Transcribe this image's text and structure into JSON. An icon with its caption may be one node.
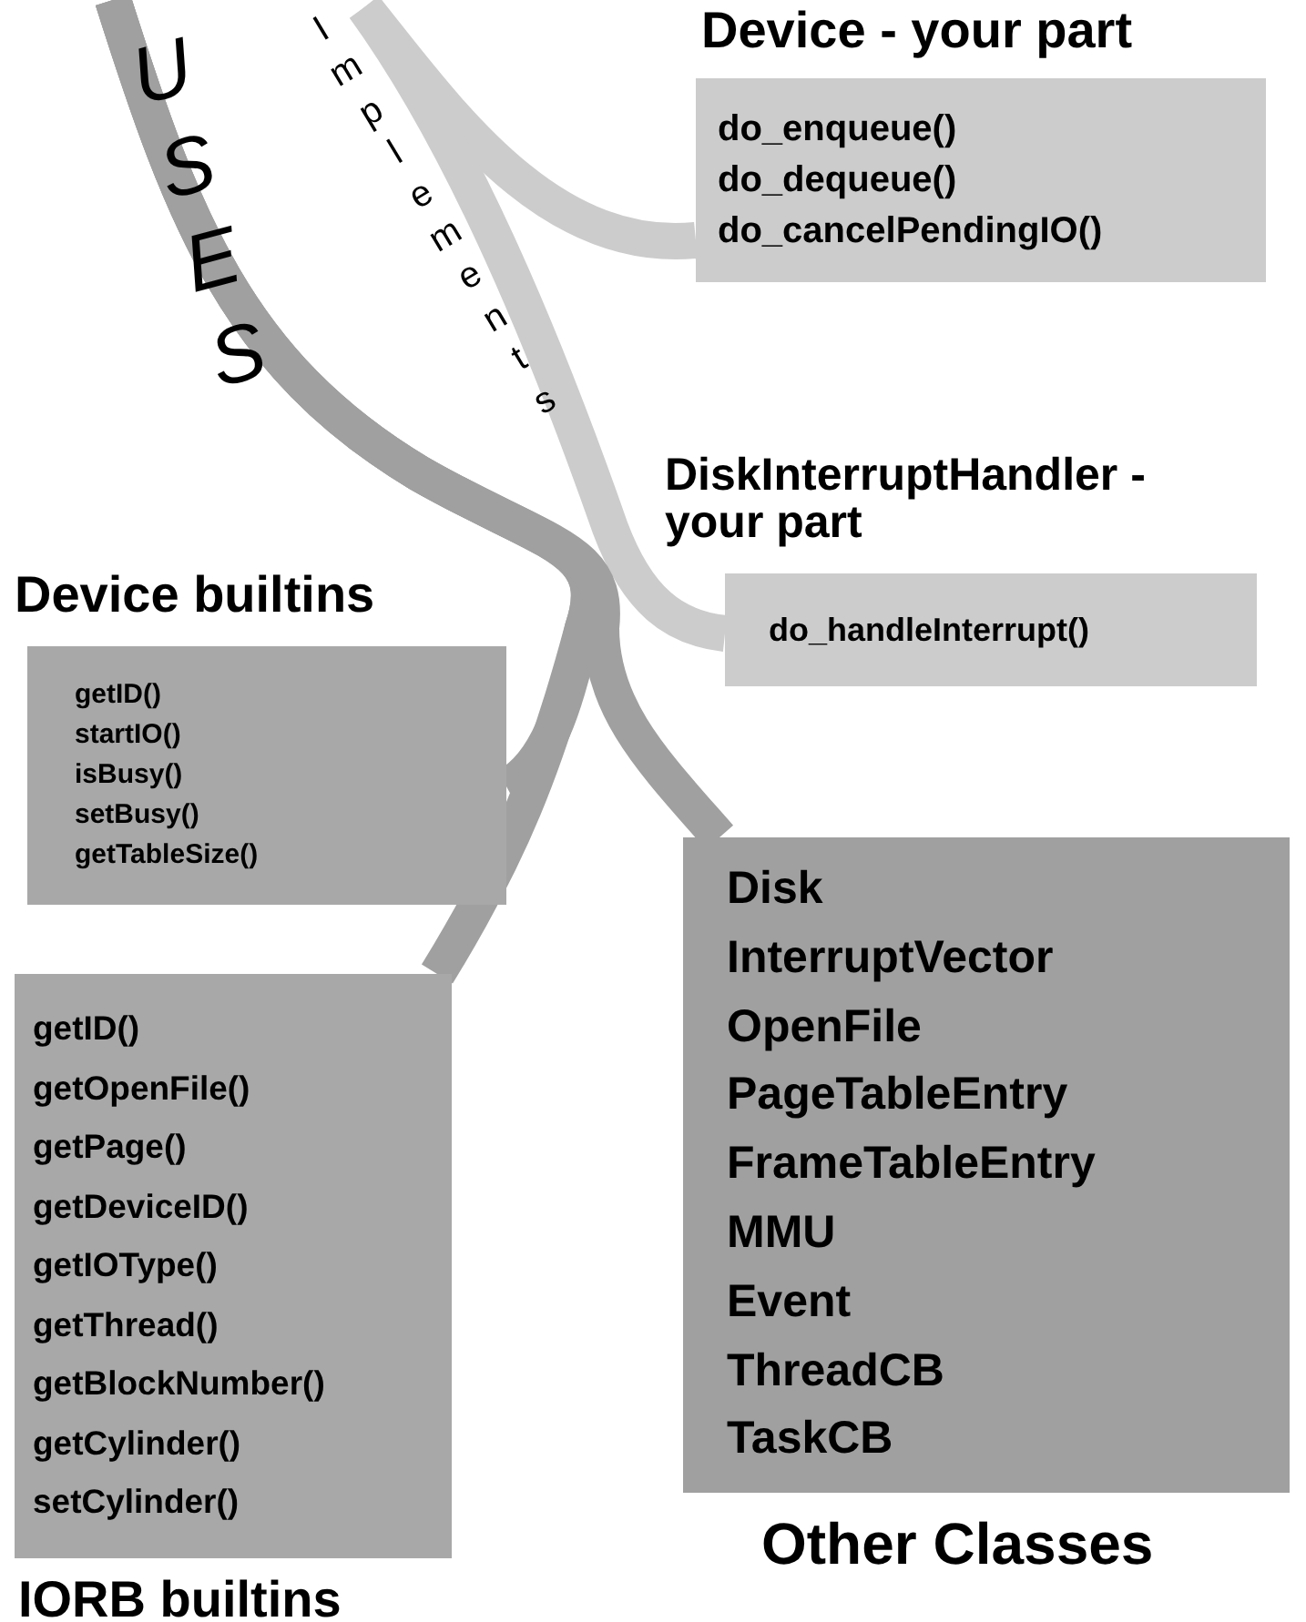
{
  "diagram": {
    "nodes": [
      {
        "text": [
          "Device - your part",
          "do_enqueue()",
          "do_dequeue()",
          "do_cancelPendingIO()"
        ]
      },
      {
        "text": [
          "DiskInterruptHandler - your part",
          "do_handleInterrupt()"
        ]
      },
      {
        "text": [
          "Device builtins",
          "getID()",
          "startIO()",
          "isBusy()",
          "setBusy()",
          "getTableSize()"
        ]
      },
      {
        "text": [
          "getID()",
          "getOpenFile()",
          "getPage()",
          "getDeviceID()",
          "getIOType()",
          "getThread()",
          "getBlockNumber()",
          "getCylinder()",
          "setCylinder()",
          "IORB builtins"
        ]
      },
      {
        "text": [
          "Disk",
          "InterruptVector",
          "OpenFile",
          "PageTableEntry",
          "FrameTableEntry",
          "MMU",
          "Event",
          "ThreadCB",
          "TaskCB",
          "Other Classes"
        ]
      }
    ],
    "edges": [
      {
        "from": null,
        "to": 0,
        "arrow": "none",
        "color": "#cccccc",
        "label": "Implements"
      },
      {
        "from": null,
        "to": 1,
        "arrow": "none",
        "color": "#cccccc"
      },
      {
        "from": null,
        "to": 2,
        "arrow": "none",
        "label": "USES"
      },
      {
        "from": null,
        "to": 3,
        "arrow": "none"
      },
      {
        "from": null,
        "to": 4,
        "arrow": "none"
      }
    ]
  }
}
